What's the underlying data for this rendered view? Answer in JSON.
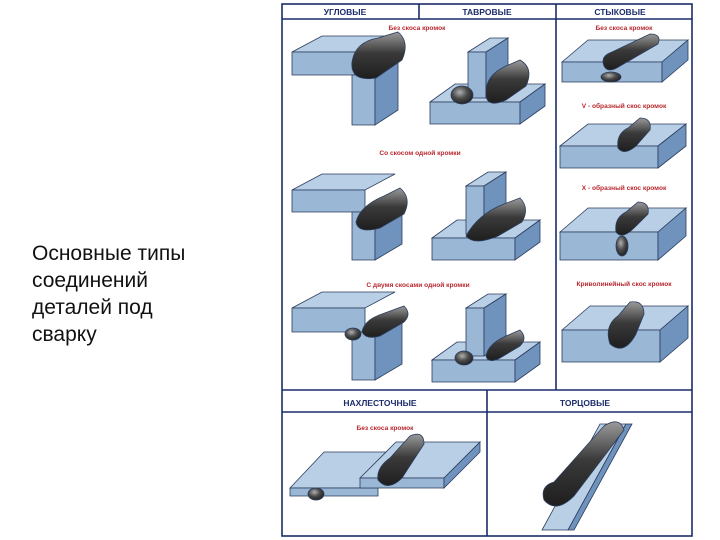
{
  "caption": {
    "lines": [
      "Основные типы",
      "соединений",
      "деталей под",
      "сварку"
    ]
  },
  "chart_data": {
    "type": "diagram",
    "sections": {
      "corner": "УГЛОВЫЕ",
      "tee": "ТАВРОВЫЕ",
      "butt": "СТЫКОВЫЕ",
      "lap": "НАХЛЕСТОЧНЫЕ",
      "edge": "ТОРЦОВЫЕ"
    },
    "labels": {
      "no_bevel": "Без скоса кромок",
      "one_bevel": "Со скосом одной кромки",
      "two_bevels": "С двумя скосами одной кромки",
      "v_bevel": "V - образный скос кромок",
      "x_bevel": "X - образный скос кромок",
      "curved_bevel": "Криволинейный скос кромок",
      "lap_no_bevel": "Без скоса кромок"
    },
    "colors": {
      "border": "#1b2c6b",
      "header_text": "#1b2c6b",
      "label_text": "#b8272e",
      "plate_top": "#b9cfe6",
      "plate_front": "#9ab7d6",
      "plate_side": "#6f93bd",
      "weld_dark": "#2c2c2c",
      "weld_light": "#9a9a9a"
    }
  }
}
